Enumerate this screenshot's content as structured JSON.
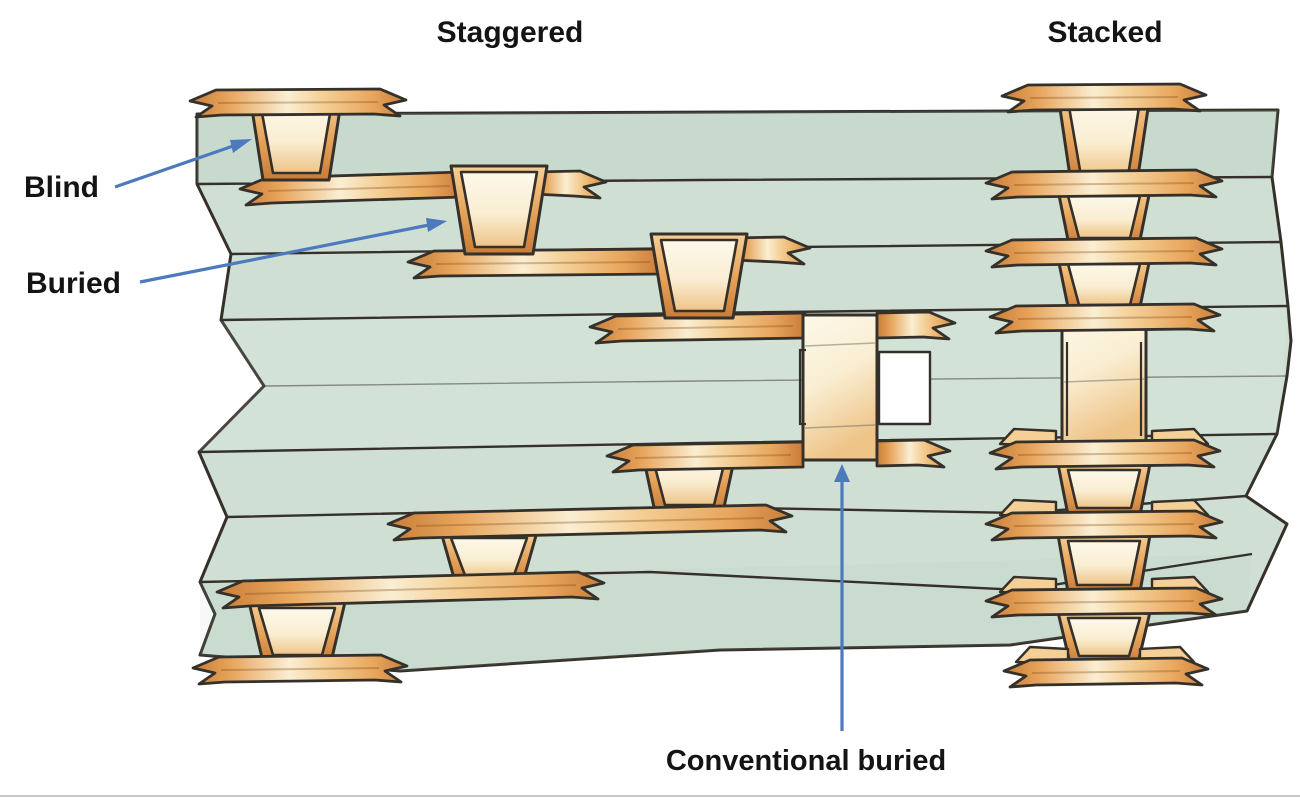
{
  "header": {
    "staggered": "Staggered",
    "stacked": "Stacked"
  },
  "labels": {
    "blind": "Blind",
    "buried": "Buried",
    "conventional_buried": "Conventional buried"
  },
  "colors": {
    "background": "#ffffff",
    "substrate": "#cfdfd3",
    "substrate_shade": "#a9c0b2",
    "outline": "#35312a",
    "copper_dark": "#c87c38",
    "copper_mid": "#e8a55c",
    "copper_light": "#f4cf96",
    "copper_cream": "#faeed2",
    "via_fill_light": "#fdf8ea",
    "via_fill_warm": "#eec488",
    "arrow_blue": "#4d79bd",
    "text": "#141414"
  }
}
